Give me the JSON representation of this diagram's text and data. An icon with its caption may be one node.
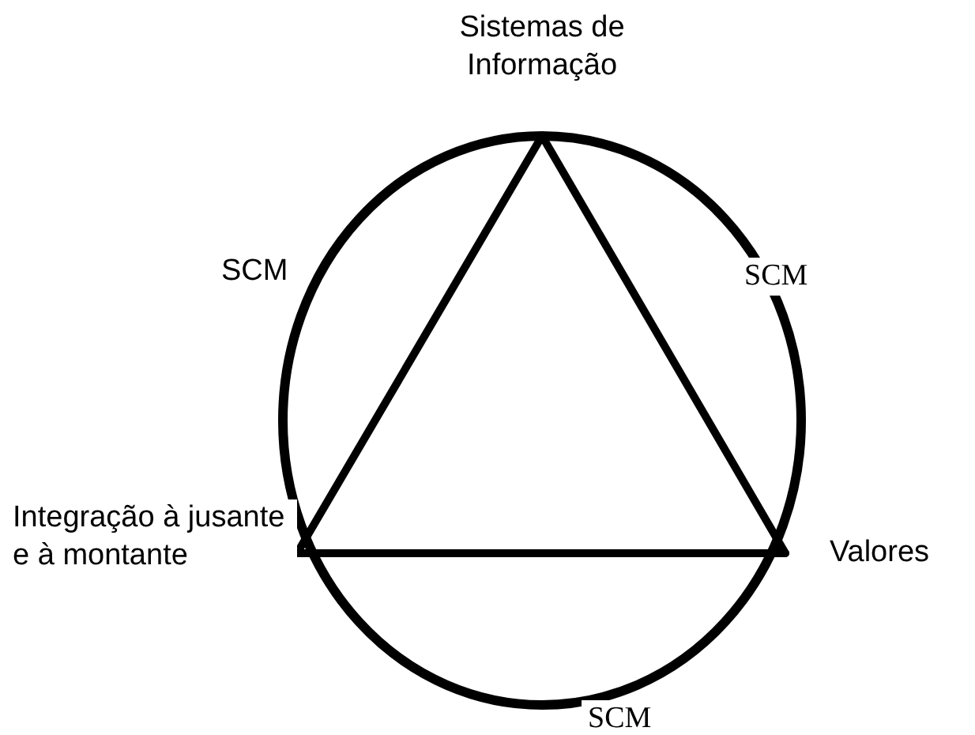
{
  "diagram": {
    "nodes": [
      {
        "text": [
          "Sistemas de Informação"
        ]
      },
      {
        "text": [
          "Integração à jusante e à montante"
        ]
      },
      {
        "text": [
          "Valores"
        ]
      }
    ],
    "edges": [
      {
        "from": 0,
        "to": 1,
        "arrow": "none"
      },
      {
        "from": 1,
        "to": 2,
        "arrow": "none"
      },
      {
        "from": 2,
        "to": 0,
        "arrow": "none"
      }
    ],
    "labels": [
      "SCM",
      "SCM",
      "SCM"
    ]
  }
}
